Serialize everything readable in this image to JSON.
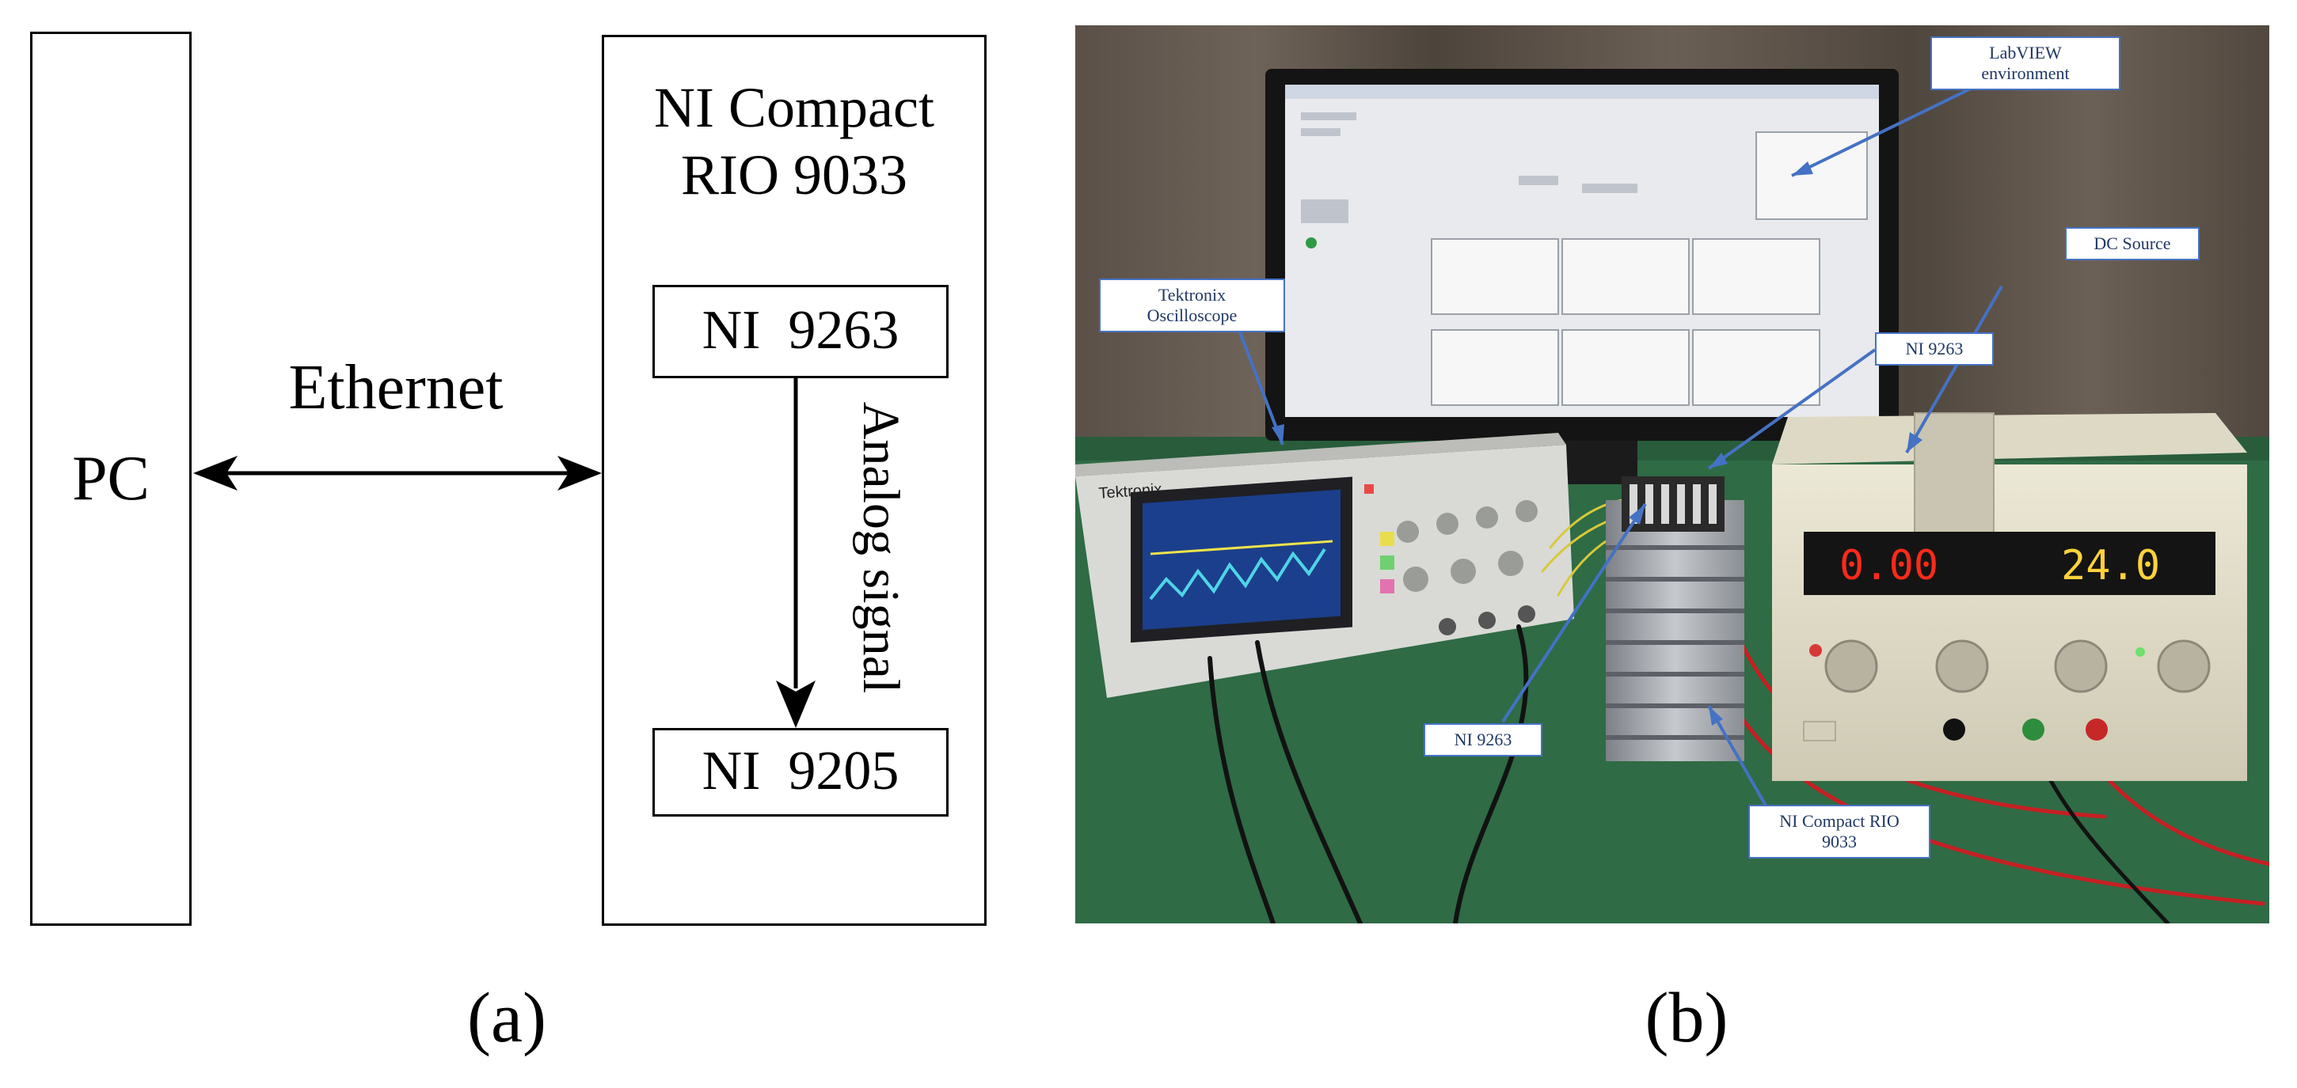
{
  "panel_a": {
    "caption": "(a)",
    "pc_label": "PC",
    "ethernet_label": "Ethernet",
    "crio_title_line1": "NI Compact",
    "crio_title_line2": "RIO 9033",
    "module_out": "NI  9263",
    "module_in": "NI  9205",
    "signal_label": "Analog signal"
  },
  "panel_b": {
    "caption": "(b)",
    "callouts": {
      "labview": [
        "LabVIEW",
        "environment"
      ],
      "tektronix": [
        "Tektronix",
        "Oscilloscope"
      ],
      "dc_source": "DC Source",
      "ni9263_top": "NI 9263",
      "ni9263_bottom": "NI 9263",
      "crio": [
        "NI Compact RIO",
        "9033"
      ]
    },
    "psu_display_left": "0.00",
    "psu_display_right": "24.0",
    "scope_brand": "Tektronix"
  },
  "colors": {
    "callout_border": "#4472c4",
    "callout_text": "#1f3864",
    "bench": "#2f6b45",
    "psu_display": "#ff2a1a"
  }
}
